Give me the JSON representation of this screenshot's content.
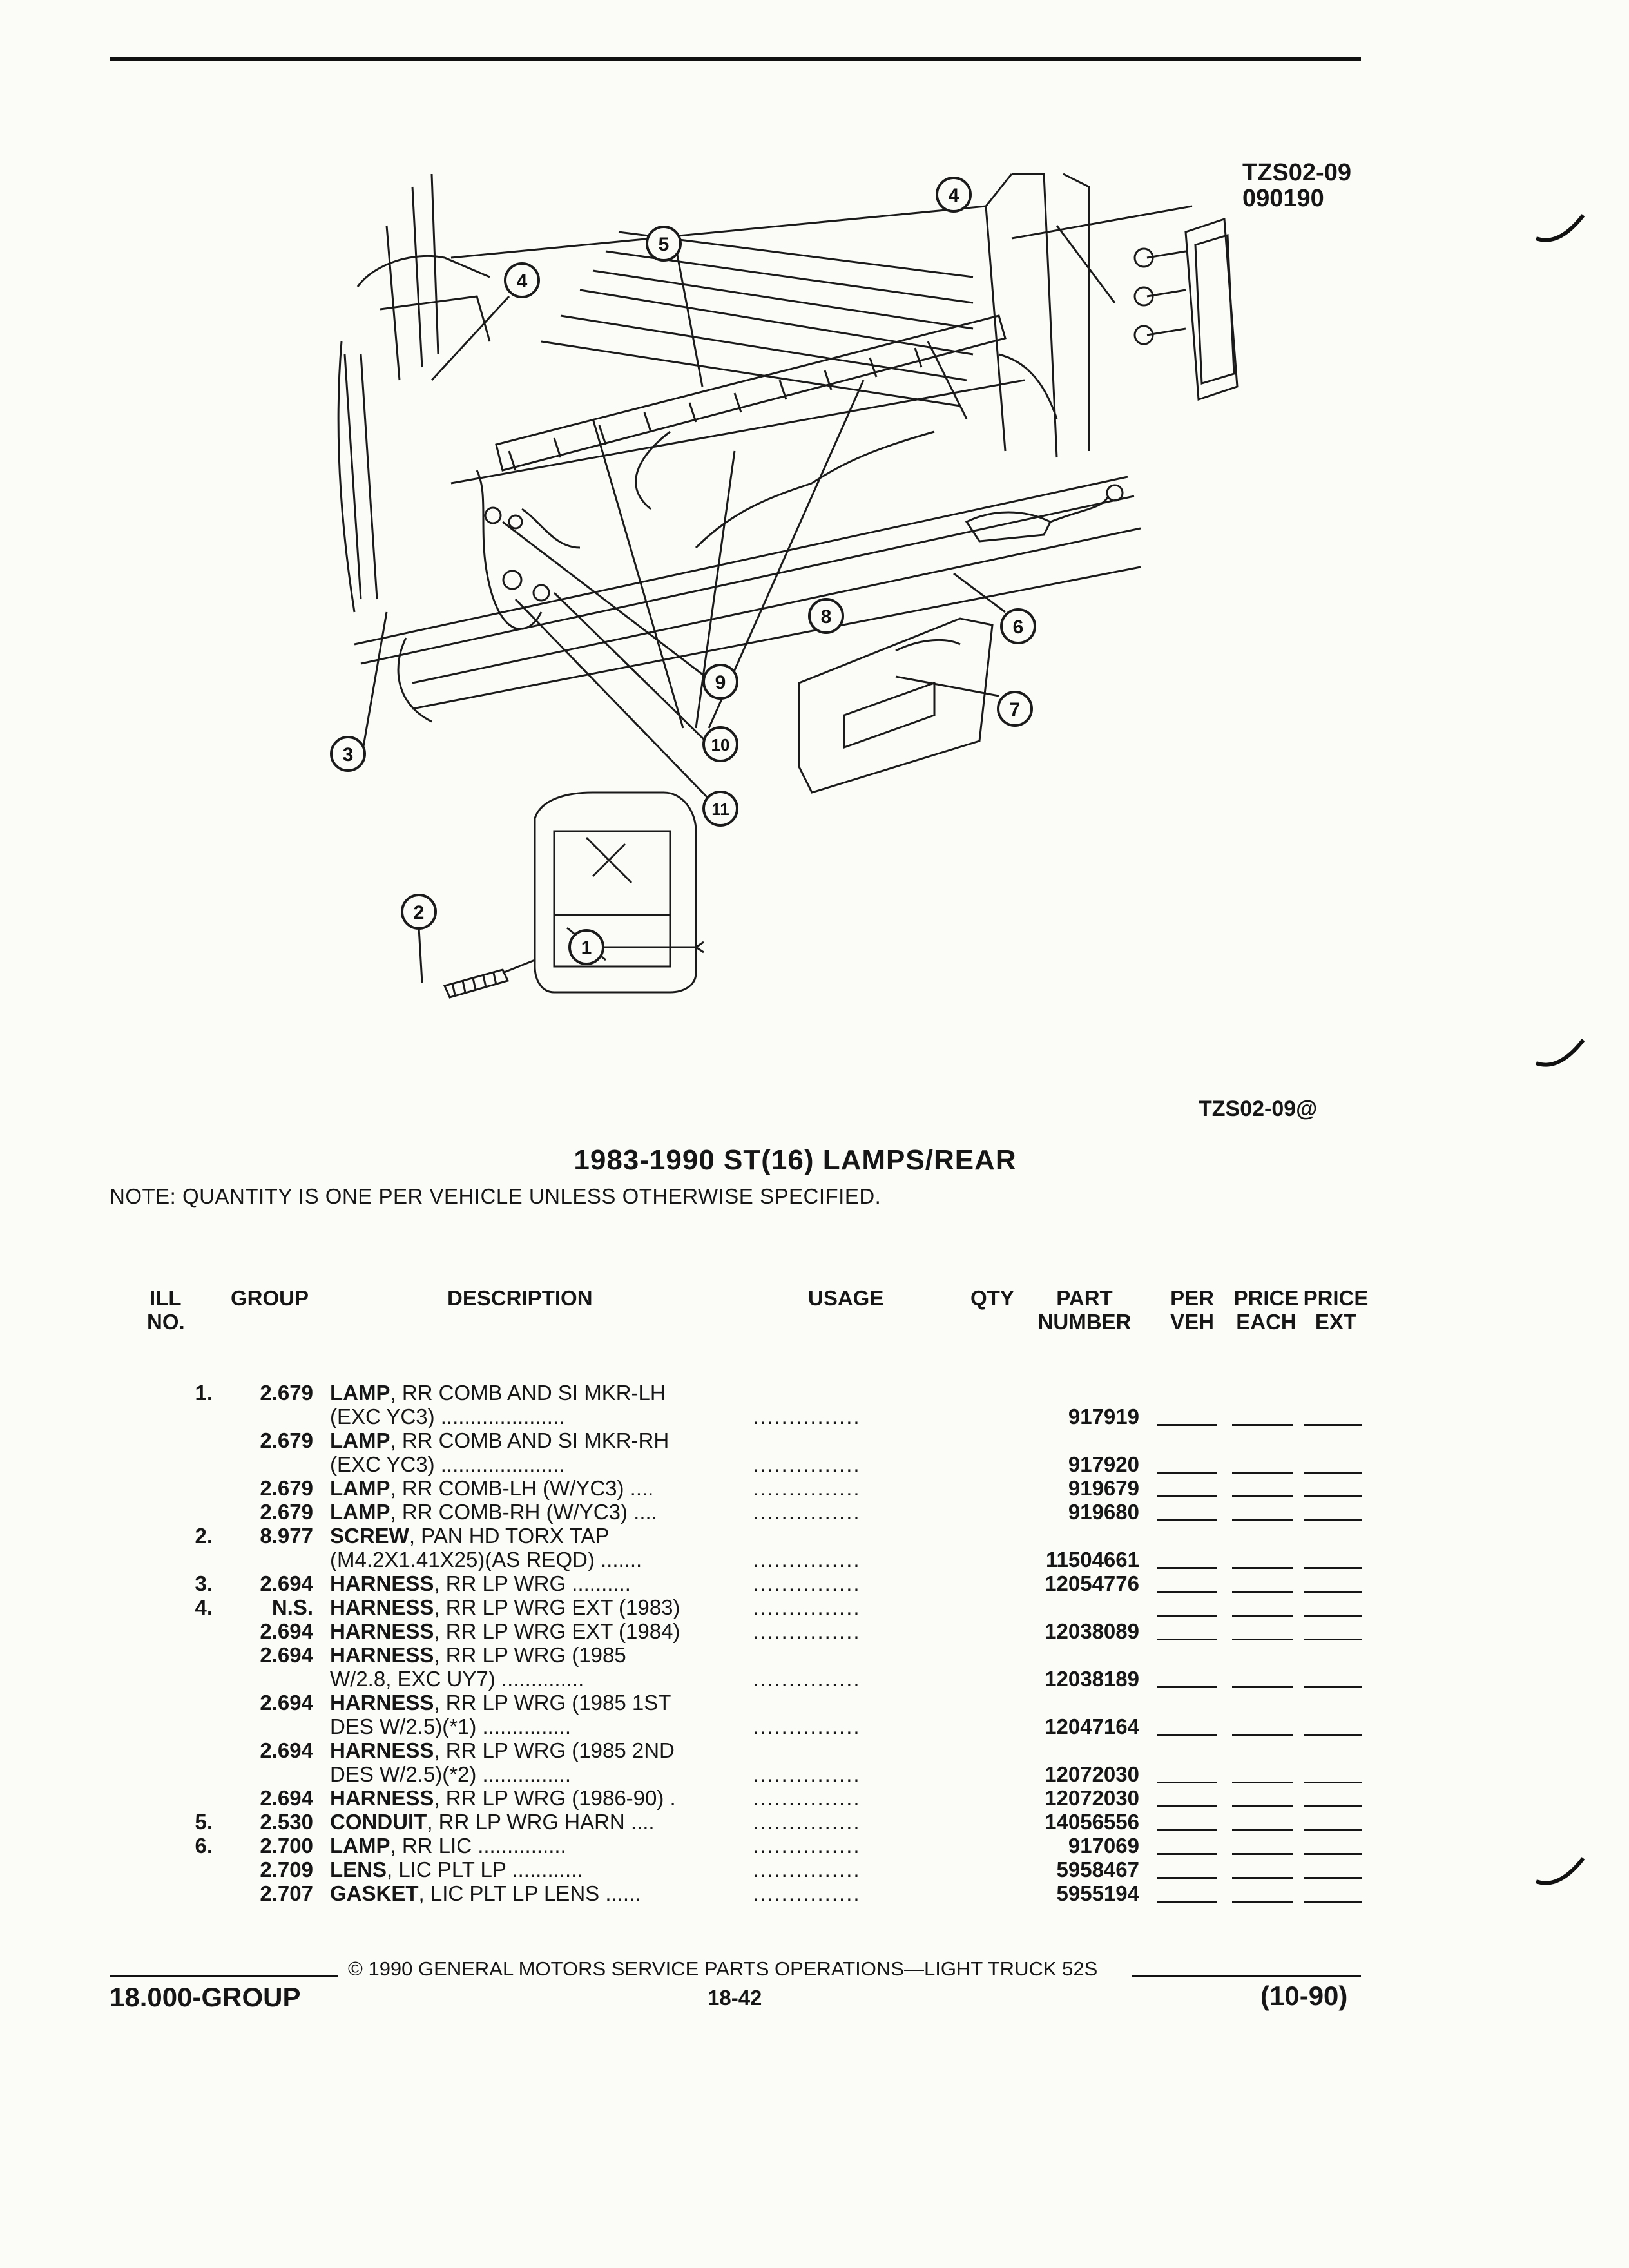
{
  "figure": {
    "code": "TZS02-09",
    "date_code": "090190",
    "reference": "TZS02-09@",
    "callouts": [
      "1",
      "2",
      "3",
      "4",
      "4",
      "5",
      "6",
      "7",
      "8",
      "9",
      "10",
      "11"
    ]
  },
  "title": "1983-1990 ST(16) LAMPS/REAR",
  "note": "NOTE:  QUANTITY IS ONE PER VEHICLE UNLESS OTHERWISE SPECIFIED.",
  "columns": {
    "ill_1": "ILL",
    "ill_2": "NO.",
    "group": "GROUP",
    "description": "DESCRIPTION",
    "usage": "USAGE",
    "qty": "QTY",
    "part_1": "PART",
    "part_2": "NUMBER",
    "per_1": "PER",
    "per_2": "VEH",
    "price_1": "PRICE",
    "price_2": "EACH",
    "price_ext_1": "PRICE",
    "price_ext_2": "EXT"
  },
  "rows": [
    {
      "ill": "1.",
      "group": "2.679",
      "name": "LAMP",
      "desc": ", RR COMB AND SI MKR-LH",
      "cont": "(EXC YC3)  .....................",
      "usage": "...............",
      "part": "917919"
    },
    {
      "ill": "",
      "group": "2.679",
      "name": "LAMP",
      "desc": ", RR COMB AND SI MKR-RH",
      "cont": "(EXC YC3)  .....................",
      "usage": "...............",
      "part": "917920"
    },
    {
      "ill": "",
      "group": "2.679",
      "name": "LAMP",
      "desc": ", RR COMB-LH (W/YC3)  ....",
      "cont": "",
      "usage": "...............",
      "part": "919679"
    },
    {
      "ill": "",
      "group": "2.679",
      "name": "LAMP",
      "desc": ", RR COMB-RH (W/YC3)  ....",
      "cont": "",
      "usage": "...............",
      "part": "919680"
    },
    {
      "ill": "2.",
      "group": "8.977",
      "name": "SCREW",
      "desc": ", PAN HD TORX TAP",
      "cont": "(M4.2X1.41X25)(AS REQD)  .......",
      "usage": "...............",
      "part": "11504661"
    },
    {
      "ill": "3.",
      "group": "2.694",
      "name": "HARNESS",
      "desc": ", RR LP WRG  ..........",
      "cont": "",
      "usage": "...............",
      "part": "12054776"
    },
    {
      "ill": "4.",
      "group": "N.S.",
      "name": "HARNESS",
      "desc": ", RR LP WRG EXT (1983)",
      "cont": "",
      "usage": "...............",
      "part": ""
    },
    {
      "ill": "",
      "group": "2.694",
      "name": "HARNESS",
      "desc": ", RR LP WRG EXT (1984)",
      "cont": "",
      "usage": "...............",
      "part": "12038089"
    },
    {
      "ill": "",
      "group": "2.694",
      "name": "HARNESS",
      "desc": ", RR LP WRG (1985",
      "cont": "W/2.8, EXC UY7)  ..............",
      "usage": "...............",
      "part": "12038189"
    },
    {
      "ill": "",
      "group": "2.694",
      "name": "HARNESS",
      "desc": ", RR LP WRG (1985 1ST",
      "cont": "DES W/2.5)(*1)  ...............",
      "usage": "...............",
      "part": "12047164"
    },
    {
      "ill": "",
      "group": "2.694",
      "name": "HARNESS",
      "desc": ", RR LP WRG (1985 2ND",
      "cont": "DES W/2.5)(*2)  ...............",
      "usage": "...............",
      "part": "12072030"
    },
    {
      "ill": "",
      "group": "2.694",
      "name": "HARNESS",
      "desc": ", RR LP WRG (1986-90)  .",
      "cont": "",
      "usage": "...............",
      "part": "12072030"
    },
    {
      "ill": "5.",
      "group": "2.530",
      "name": "CONDUIT",
      "desc": ", RR LP WRG HARN  ....",
      "cont": "",
      "usage": "...............",
      "part": "14056556"
    },
    {
      "ill": "6.",
      "group": "2.700",
      "name": "LAMP",
      "desc": ", RR LIC  ...............",
      "cont": "",
      "usage": "...............",
      "part": "917069"
    },
    {
      "ill": "",
      "group": "2.709",
      "name": "LENS",
      "desc": ", LIC PLT LP  ............",
      "cont": "",
      "usage": "...............",
      "part": "5958467"
    },
    {
      "ill": "",
      "group": "2.707",
      "name": "GASKET",
      "desc": ", LIC PLT LP LENS  ......",
      "cont": "",
      "usage": "...............",
      "part": "5955194"
    }
  ],
  "footer": {
    "copyright": "© 1990  GENERAL MOTORS SERVICE PARTS OPERATIONS—LIGHT TRUCK 52S",
    "group": "18.000-GROUP",
    "page": "18-42",
    "date": "(10-90)"
  }
}
